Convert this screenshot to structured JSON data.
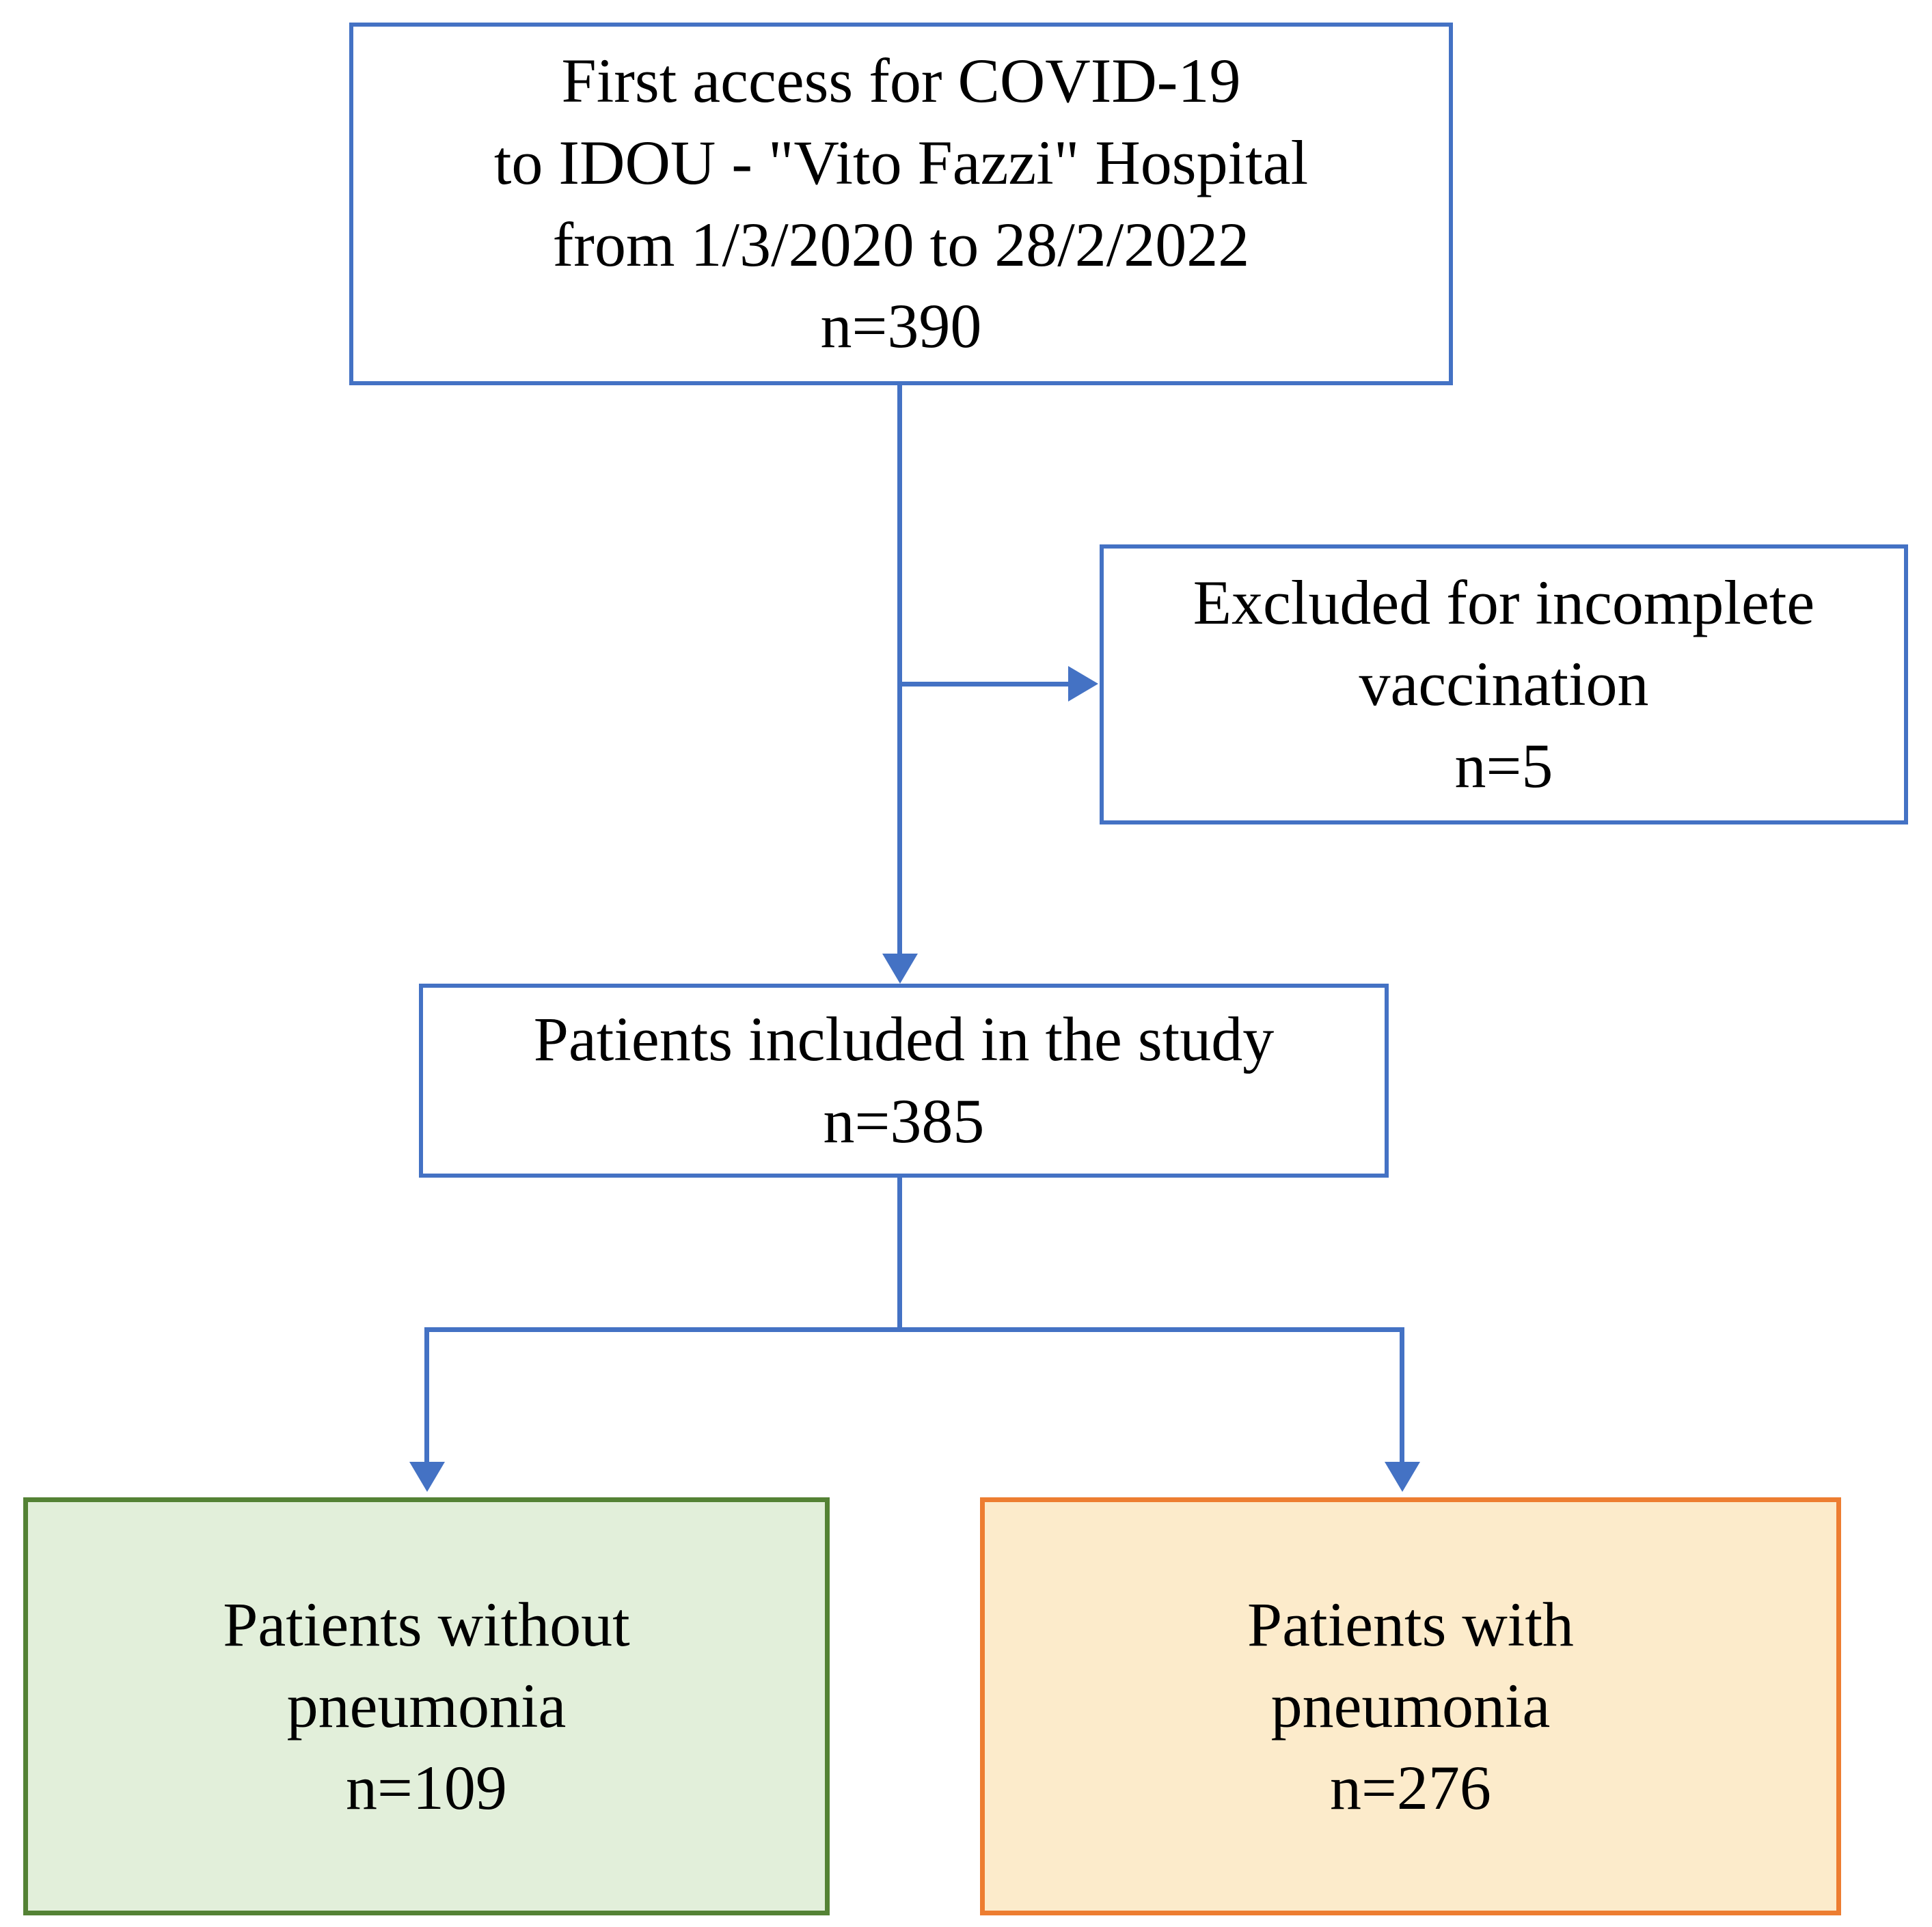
{
  "diagram": {
    "title": "Study patient selection flowchart",
    "type": "flowchart",
    "colors": {
      "connector_blue": "#4472C4",
      "box_border_blue": "#4472C4",
      "green_border": "#548235",
      "green_fill": "#E2EFDA",
      "orange_border": "#ED7D31",
      "orange_fill": "#FCEBCB",
      "text": "#000000",
      "background": "#FFFFFF"
    },
    "nodes": {
      "source": {
        "line1": "First access for COVID-19",
        "line2": "to IDOU - \"Vito Fazzi\" Hospital",
        "line3": "from 1/3/2020 to 28/2/2022",
        "line4": "n=390",
        "count": 390
      },
      "excluded": {
        "line1": "Excluded for incomplete",
        "line2": "vaccination",
        "line3": "n=5",
        "count": 5
      },
      "included": {
        "line1": "Patients included in the study",
        "line2": "n=385",
        "count": 385
      },
      "no_pneumonia": {
        "line1": "Patients without",
        "line2": "pneumonia",
        "line3": "n=109",
        "count": 109
      },
      "pneumonia": {
        "line1": "Patients with",
        "line2": "pneumonia",
        "line3": "n=276",
        "count": 276
      }
    }
  }
}
